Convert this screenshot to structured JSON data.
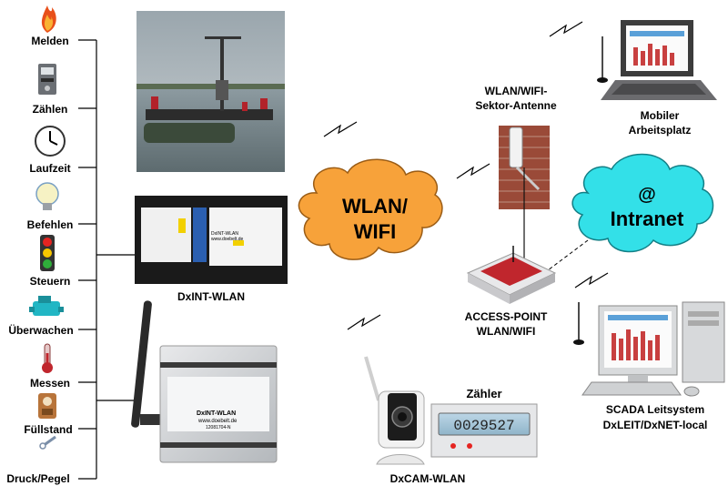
{
  "left_column": {
    "items": [
      {
        "label": "Melden",
        "icon": "fire-icon"
      },
      {
        "label": "Zählen",
        "icon": "meter-icon"
      },
      {
        "label": "Laufzeit",
        "icon": "clock-icon"
      },
      {
        "label": "Befehlen",
        "icon": "lightbulb-icon"
      },
      {
        "label": "Steuern",
        "icon": "traffic-light-icon"
      },
      {
        "label": "Überwachen",
        "icon": "pump-icon"
      },
      {
        "label": "Messen",
        "icon": "thermometer-icon"
      },
      {
        "label": "Füllstand",
        "icon": "level-gauge-icon"
      },
      {
        "label": "Druck/Pegel",
        "icon": "pressure-sensor-icon"
      }
    ]
  },
  "devices": {
    "dxint_wlan": {
      "caption": "DxINT-WLAN",
      "panel_text": "DxINT-WLAN",
      "panel_url": "www.doebelt.de",
      "module_text": "DxINT-WLAN",
      "module_url": "www.doebelt.de",
      "module_serial": "12081704-N"
    },
    "dxcam": {
      "caption": "DxCAM-WLAN"
    },
    "counter": {
      "caption": "Zähler",
      "display": "0029527"
    },
    "access_point": {
      "caption_line1": "ACCESS-POINT",
      "caption_line2": "WLAN/WIFI"
    },
    "antenna": {
      "caption_line1": "WLAN/WIFI-",
      "caption_line2": "Sektor-Antenne"
    },
    "laptop": {
      "caption_line1": "Mobiler",
      "caption_line2": "Arbeitsplatz"
    },
    "scada": {
      "caption_line1": "SCADA Leitsystem",
      "caption_line2": "DxLEIT/DxNET-local"
    }
  },
  "clouds": {
    "wlan": {
      "line1": "WLAN/",
      "line2": "WIFI",
      "color": "#f7a23a"
    },
    "intranet": {
      "line1": "@",
      "line2": "Intranet",
      "color": "#33e0e8"
    }
  }
}
